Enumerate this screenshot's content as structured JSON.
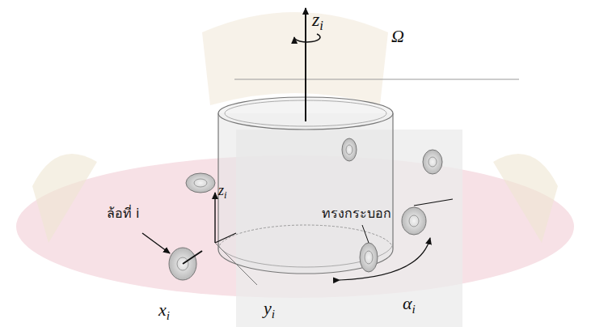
{
  "diagram": {
    "labels": [
      "zi",
      "Ω",
      "ล้อที่ i",
      "zi",
      "ทรงกระบอก",
      "αi",
      "xi",
      "yi"
    ]
  }
}
